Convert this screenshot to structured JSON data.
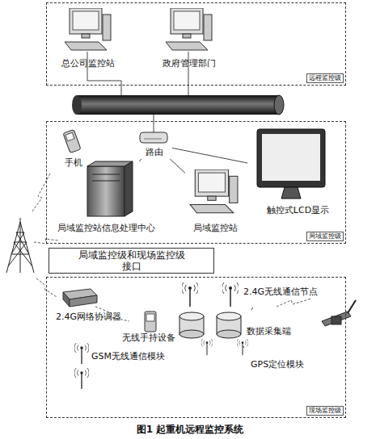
{
  "diagram": {
    "caption": "图1 起重机远程监控系统",
    "nodes": [
      {
        "text": [
          "远程监控级"
        ]
      },
      {
        "text": [
          "总公司监控站"
        ],
        "in": 0
      },
      {
        "text": [
          "政府管理部门"
        ],
        "in": 0
      },
      {
        "text": [
          "局域监控级"
        ]
      },
      {
        "text": [
          "手机"
        ],
        "in": 3
      },
      {
        "text": [
          "路由"
        ],
        "in": 3
      },
      {
        "text": [
          "局域监控站信息处理中心"
        ],
        "in": 3
      },
      {
        "text": [
          "局域监控站"
        ],
        "in": 3
      },
      {
        "text": [
          "触控式LCD显示"
        ],
        "in": 3
      },
      {
        "text": [
          "局域监控级和现场监控级接口"
        ]
      },
      {
        "text": [
          "现场监控级"
        ]
      },
      {
        "text": [
          "2.4G网络协调器"
        ],
        "in": 10
      },
      {
        "text": [
          "无线手持设备"
        ],
        "in": 10
      },
      {
        "text": [
          "2.4G无线通信节点"
        ],
        "in": 10
      },
      {
        "text": [
          "数据采集端"
        ],
        "in": 10
      },
      {
        "text": [
          "GSM无线通信模块"
        ],
        "in": 10
      },
      {
        "text": [
          "GPS定位模块"
        ],
        "in": 10
      }
    ],
    "edges": [
      {
        "from": 5,
        "to": 6,
        "arrow": "none"
      },
      {
        "from": 5,
        "to": 7,
        "arrow": "none"
      },
      {
        "from": 5,
        "to": 8,
        "arrow": "none"
      },
      {
        "from": 13,
        "to": 14,
        "arrow": "none"
      },
      {
        "from": 14,
        "to": 16,
        "arrow": "none"
      }
    ]
  }
}
